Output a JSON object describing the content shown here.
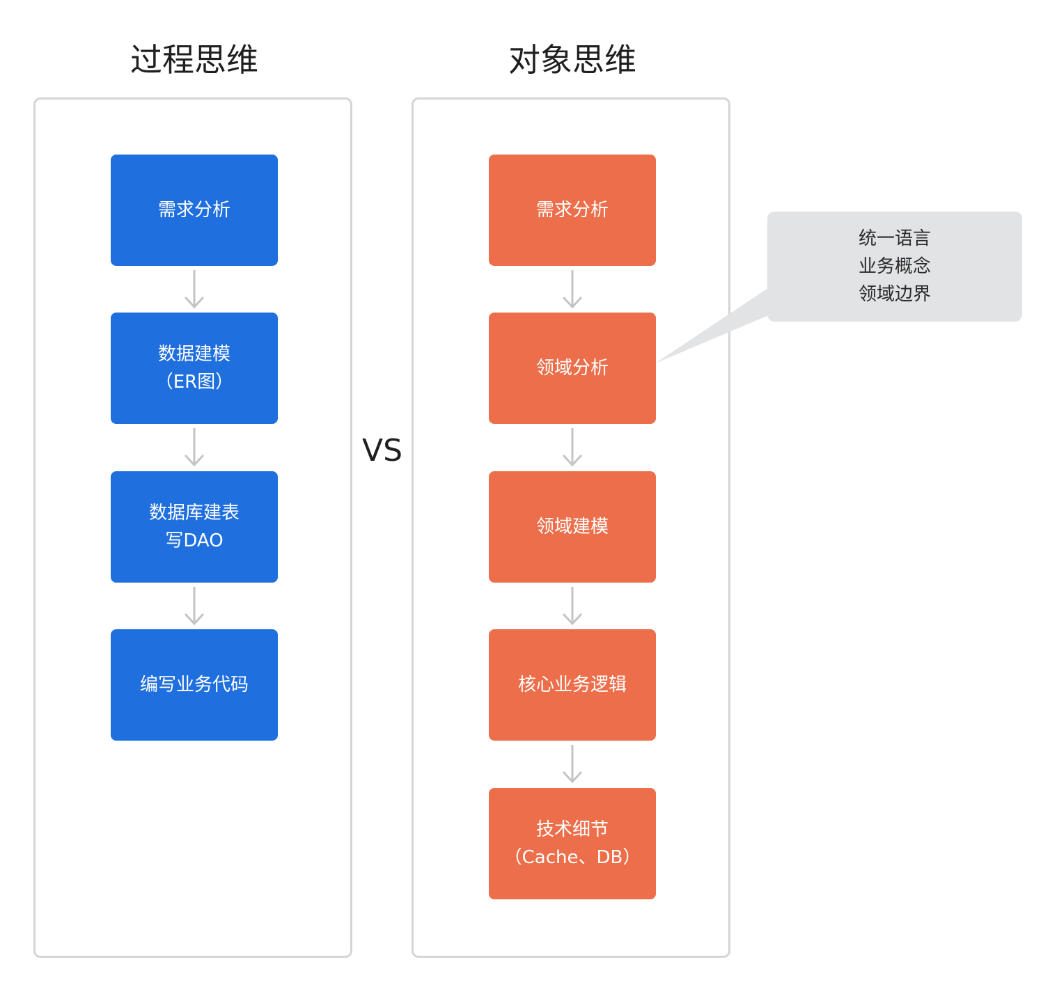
{
  "left": {
    "title": "过程思维",
    "steps": [
      {
        "lines": [
          "需求分析"
        ]
      },
      {
        "lines": [
          "数据建模",
          "（ER图）"
        ]
      },
      {
        "lines": [
          "数据库建表",
          "写DAO"
        ]
      },
      {
        "lines": [
          "编写业务代码"
        ]
      }
    ]
  },
  "vs_label": "VS",
  "right": {
    "title": "对象思维",
    "steps": [
      {
        "lines": [
          "需求分析"
        ]
      },
      {
        "lines": [
          "领域分析"
        ]
      },
      {
        "lines": [
          "领域建模"
        ]
      },
      {
        "lines": [
          "核心业务逻辑"
        ]
      },
      {
        "lines": [
          "技术细节",
          "（Cache、DB）"
        ]
      }
    ]
  },
  "callout": {
    "lines": [
      "统一语言",
      "业务概念",
      "领域边界"
    ]
  },
  "colors": {
    "left_box": "#1f6fde",
    "right_box": "#ec6e4a",
    "callout_bg": "#e2e3e5",
    "panel_border": "#d5d5d5",
    "arrow": "#c4c4c4"
  }
}
